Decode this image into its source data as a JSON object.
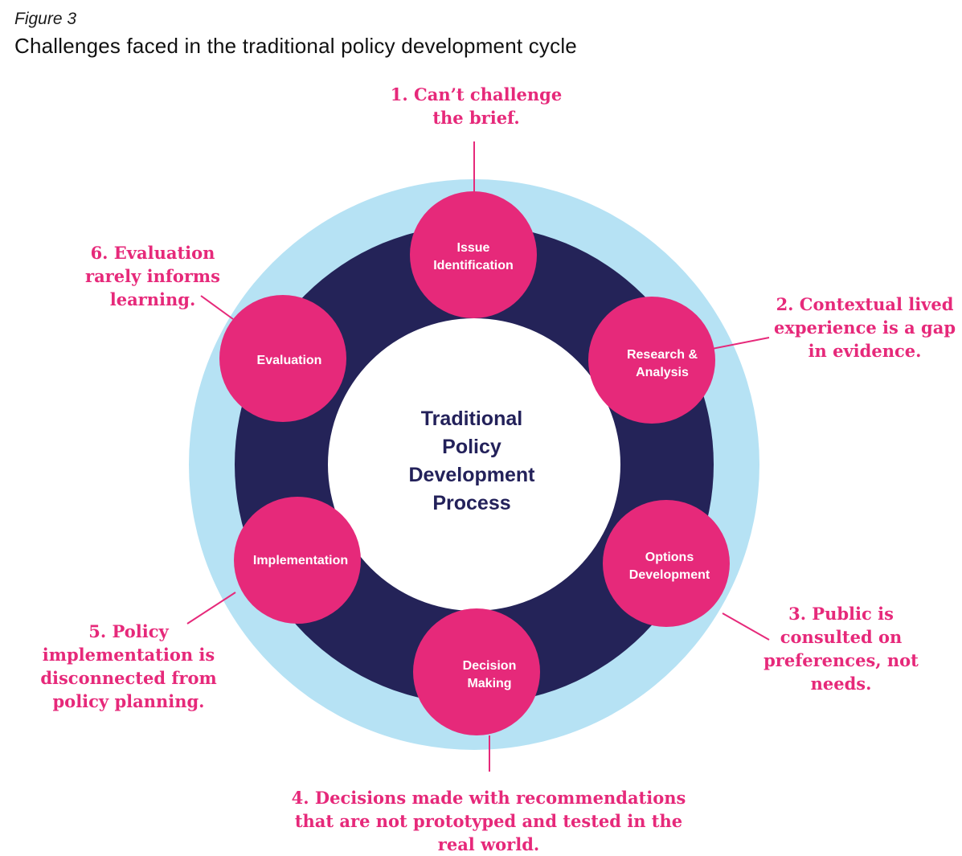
{
  "figure_label": "Figure 3",
  "title": "Challenges faced in the traditional policy development cycle",
  "center_label": "Traditional\nPolicy\nDevelopment\nProcess",
  "stages": [
    {
      "label": "Issue\nIdentification"
    },
    {
      "label": "Research &\nAnalysis"
    },
    {
      "label": "Options\nDevelopment"
    },
    {
      "label": "Decision\nMaking"
    },
    {
      "label": "Implementation"
    },
    {
      "label": "Evaluation"
    }
  ],
  "challenges": [
    {
      "text": "1. Can’t challenge\nthe brief."
    },
    {
      "text": "2. Contextual lived\nexperience is a gap\nin evidence."
    },
    {
      "text": "3. Public is\nconsulted on\npreferences, not\nneeds."
    },
    {
      "text": "4. Decisions made with recommendations\nthat are not prototyped and tested in the\nreal world."
    },
    {
      "text": "5. Policy\nimplementation is\ndisconnected from\npolicy planning."
    },
    {
      "text": "6. Evaluation\nrarely informs\nlearning."
    }
  ],
  "colors": {
    "outer_ring": "#b6e2f4",
    "inner_ring": "#242358",
    "stage_circle": "#e6297a",
    "callout_text": "#e6297a",
    "center_text": "#23215a"
  }
}
